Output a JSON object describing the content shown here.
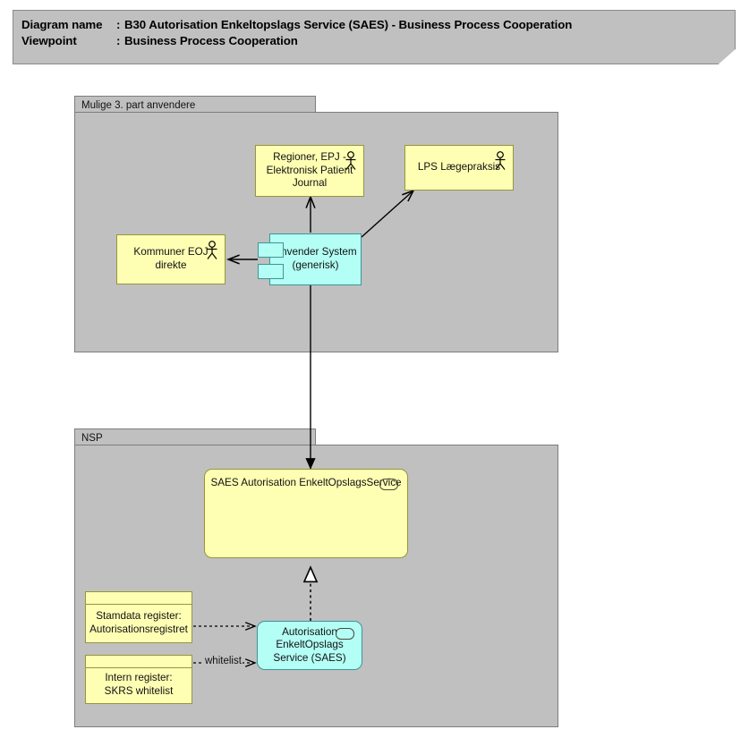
{
  "header": {
    "rows": [
      {
        "key": "Diagram name",
        "sep": ":",
        "value": "B30 Autorisation Enkeltopslags Service (SAES) - Business Process Cooperation"
      },
      {
        "key": "Viewpoint",
        "sep": ":",
        "value": "Business Process Cooperation"
      }
    ]
  },
  "colors": {
    "banner_bg": "#c0c0c0",
    "group_bg": "#c0c0c0",
    "group_border": "#7d7d7d",
    "business_yellow": "#ffffb4",
    "business_yellow_border": "#96963c",
    "application_cyan": "#b4fff5",
    "application_cyan_border": "#3c9696",
    "page_bg": "#ffffff",
    "line": "#000000"
  },
  "groups": [
    {
      "id": "group-third-party",
      "label": "Mulige 3. part anvendere"
    },
    {
      "id": "group-nsp",
      "label": "NSP"
    }
  ],
  "nodes": {
    "regioner_epj": {
      "label": "Regioner, EPJ - Elektronisk Patient Journal",
      "icon": "business-actor-icon",
      "type": "business-actor"
    },
    "lps": {
      "label": "LPS Lægepraksis",
      "icon": "business-actor-icon",
      "type": "business-actor"
    },
    "kommuner_eoj": {
      "label": "Kommuner EOJ direkte",
      "icon": "business-actor-icon",
      "type": "business-actor"
    },
    "anvender_system": {
      "label": "Anvender System (generisk)",
      "icon": "uml-component-icon",
      "type": "application-component"
    },
    "saes_service": {
      "label": "SAES Autorisation EnkeltOpslagsService",
      "icon": "application-service-icon",
      "type": "application-service"
    },
    "saes_component": {
      "label": "Autorisation EnkeltOpslags Service (SAES)",
      "icon": "application-service-icon",
      "type": "application-component"
    },
    "stamdata": {
      "label": "Stamdata register: Autorisationsregistret",
      "icon": "data-object-icon",
      "type": "data-object"
    },
    "intern": {
      "label": "Intern register: SKRS whitelist",
      "icon": "data-object-icon",
      "type": "data-object"
    }
  },
  "edges": [
    {
      "id": "anvender-to-regioner",
      "from": "anvender_system",
      "to": "regioner_epj",
      "style": "solid",
      "arrow": "open",
      "label": ""
    },
    {
      "id": "anvender-to-lps",
      "from": "anvender_system",
      "to": "lps",
      "style": "solid",
      "arrow": "open",
      "label": ""
    },
    {
      "id": "anvender-to-kommuner",
      "from": "anvender_system",
      "to": "kommuner_eoj",
      "style": "solid",
      "arrow": "open",
      "label": ""
    },
    {
      "id": "anvender-to-saes",
      "from": "anvender_system",
      "to": "saes_service",
      "style": "solid",
      "arrow": "filled",
      "label": ""
    },
    {
      "id": "saes-realization",
      "from": "saes_component",
      "to": "saes_service",
      "style": "dotted",
      "arrow": "hollow-triangle",
      "label": ""
    },
    {
      "id": "stamdata-to-saes",
      "from": "stamdata",
      "to": "saes_component",
      "style": "dashed",
      "arrow": "open",
      "label": ""
    },
    {
      "id": "intern-to-saes",
      "from": "intern",
      "to": "saes_component",
      "style": "dashed",
      "arrow": "open",
      "label": "whitelist"
    }
  ],
  "edge_labels": {
    "whitelist": "whitelist"
  }
}
